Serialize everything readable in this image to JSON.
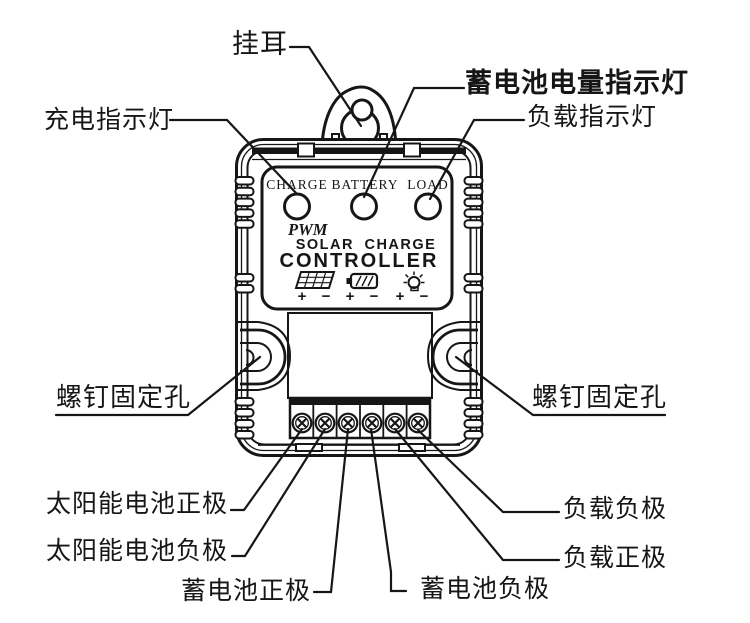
{
  "colors": {
    "ink": "#161616",
    "background": "#ffffff"
  },
  "callouts": {
    "hang_ear": "挂耳",
    "charge_indicator": "充电指示灯",
    "battery_level_indicator": "蓄电池电量指示灯",
    "load_indicator": "负载指示灯",
    "screw_hole_left": "螺钉固定孔",
    "screw_hole_right": "螺钉固定孔",
    "solar_positive": "太阳能电池正极",
    "solar_negative": "太阳能电池负极",
    "battery_positive": "蓄电池正极",
    "battery_negative": "蓄电池负极",
    "load_negative": "负载负极",
    "load_positive": "负载正极"
  },
  "device": {
    "led_labels": [
      "CHARGE",
      "BATTERY",
      "LOAD"
    ],
    "mode_label": "PWM",
    "product_line1": "SOLAR CHARGE",
    "product_line2": "CONTROLLER",
    "polarity": [
      "+",
      "−",
      "+",
      "−",
      "+",
      "−"
    ],
    "icons": [
      "solar-panel-icon",
      "battery-icon",
      "lamp-icon"
    ]
  }
}
